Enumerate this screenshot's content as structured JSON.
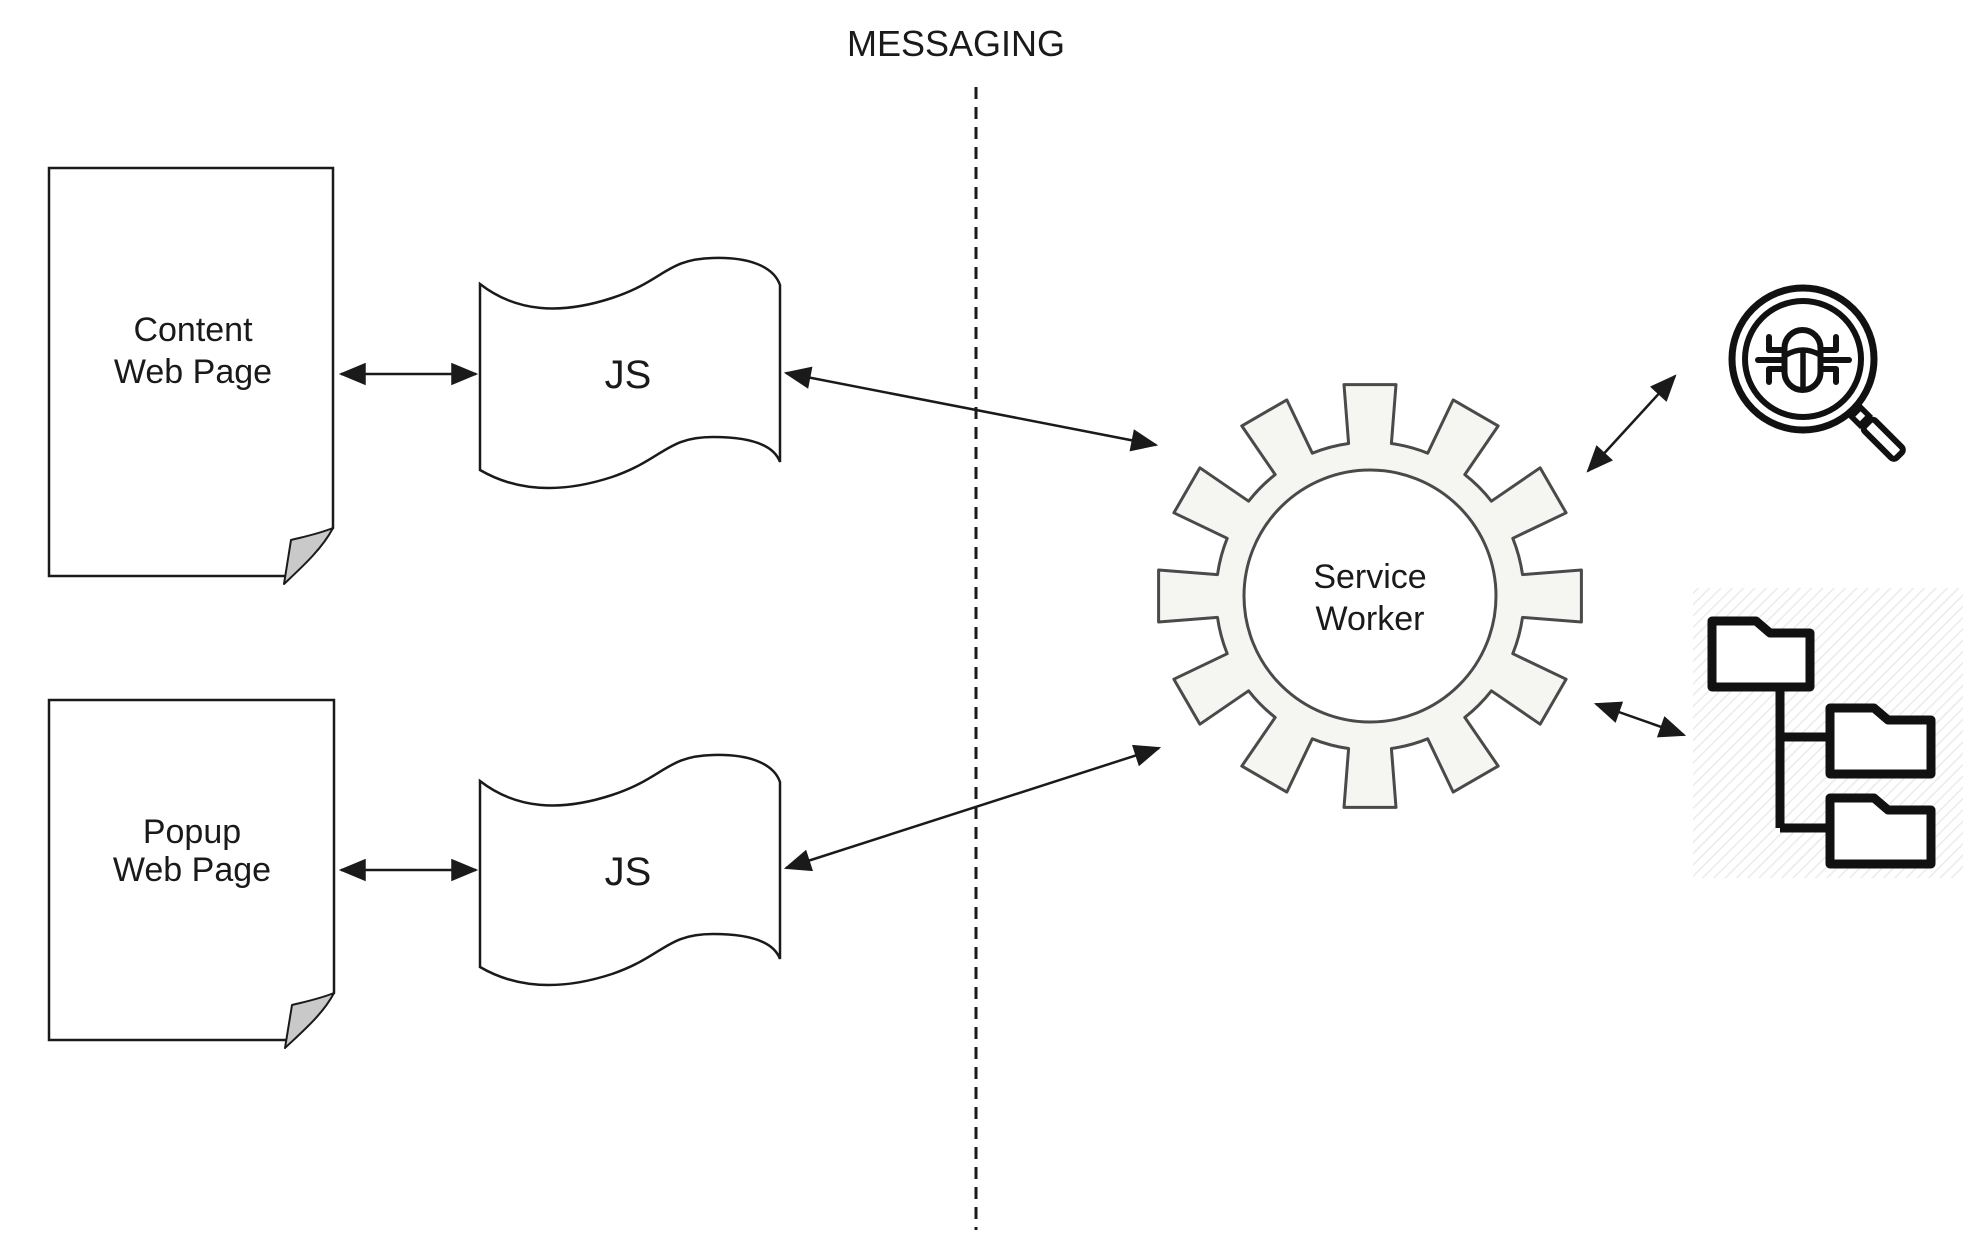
{
  "divider": {
    "label": "MESSAGING"
  },
  "nodes": {
    "content_page": {
      "label_line1": "Content",
      "label_line2": "Web Page"
    },
    "content_js": {
      "label": "JS"
    },
    "popup_page": {
      "label_line1": "Popup",
      "label_line2": "Web Page"
    },
    "popup_js": {
      "label": "JS"
    },
    "service_worker": {
      "label_line1": "Service",
      "label_line2": "Worker"
    }
  },
  "icons": {
    "debugger": "bug-magnifier-icon",
    "file_tree": "folder-tree-icon"
  },
  "colors": {
    "stroke": "#1a1a1a",
    "gear_fill": "#f5f5f2",
    "gear_stroke": "#4a4a4a",
    "fold_fill": "#c9c9c9",
    "icon_stroke": "#111111",
    "background": "#ffffff"
  }
}
